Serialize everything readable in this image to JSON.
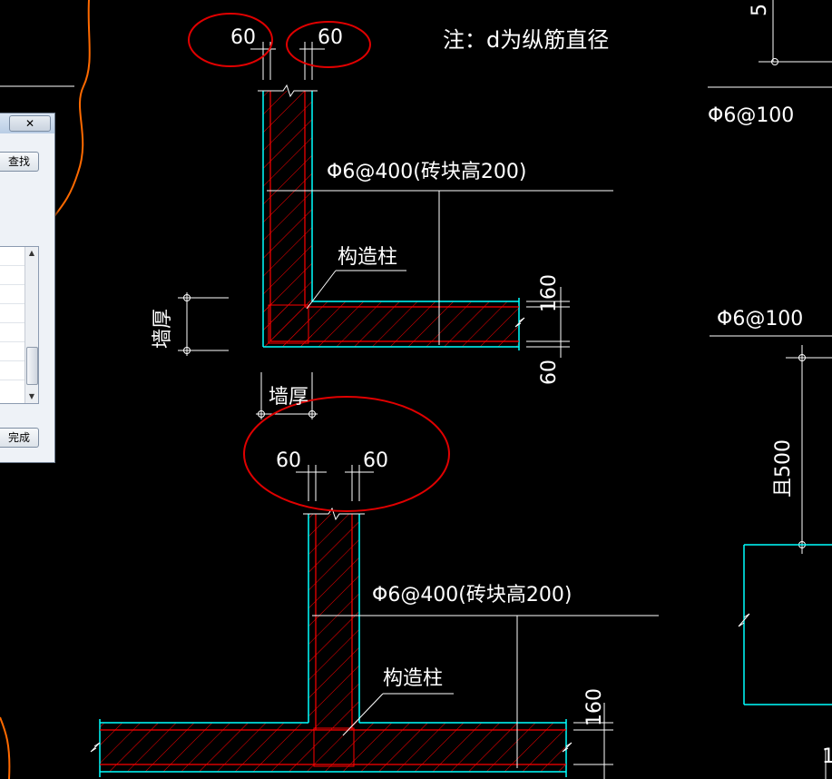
{
  "note": "注：d为纵筋直径",
  "top_detail": {
    "dim_left": "60",
    "dim_right": "60",
    "rebar_label": "Φ6@400(砖块高200)",
    "column_label": "构造柱",
    "wall_thickness_label": "墙厚",
    "dim_v1": "160",
    "dim_v2": "60"
  },
  "bottom_detail": {
    "wall_thickness_label": "墙厚",
    "dim_left": "60",
    "dim_right": "60",
    "rebar_label": "Φ6@400(砖块高200)",
    "column_label": "构造柱",
    "dim_v1": "160"
  },
  "right_detail": {
    "rebar_top": "Φ6@100",
    "rebar_mid": "Φ6@100",
    "spacing_label": "且500",
    "dim_top": "5",
    "fragment_bottom": "1"
  },
  "dialog": {
    "close_label": "✕",
    "search_button": "查找",
    "finish_button": "完成"
  },
  "colors": {
    "wall_red": "#ff0000",
    "wall_cyan": "#00ffff",
    "annotation_red": "#e00000",
    "boundary_orange": "#ff6a00",
    "text_white": "#ffffff"
  }
}
